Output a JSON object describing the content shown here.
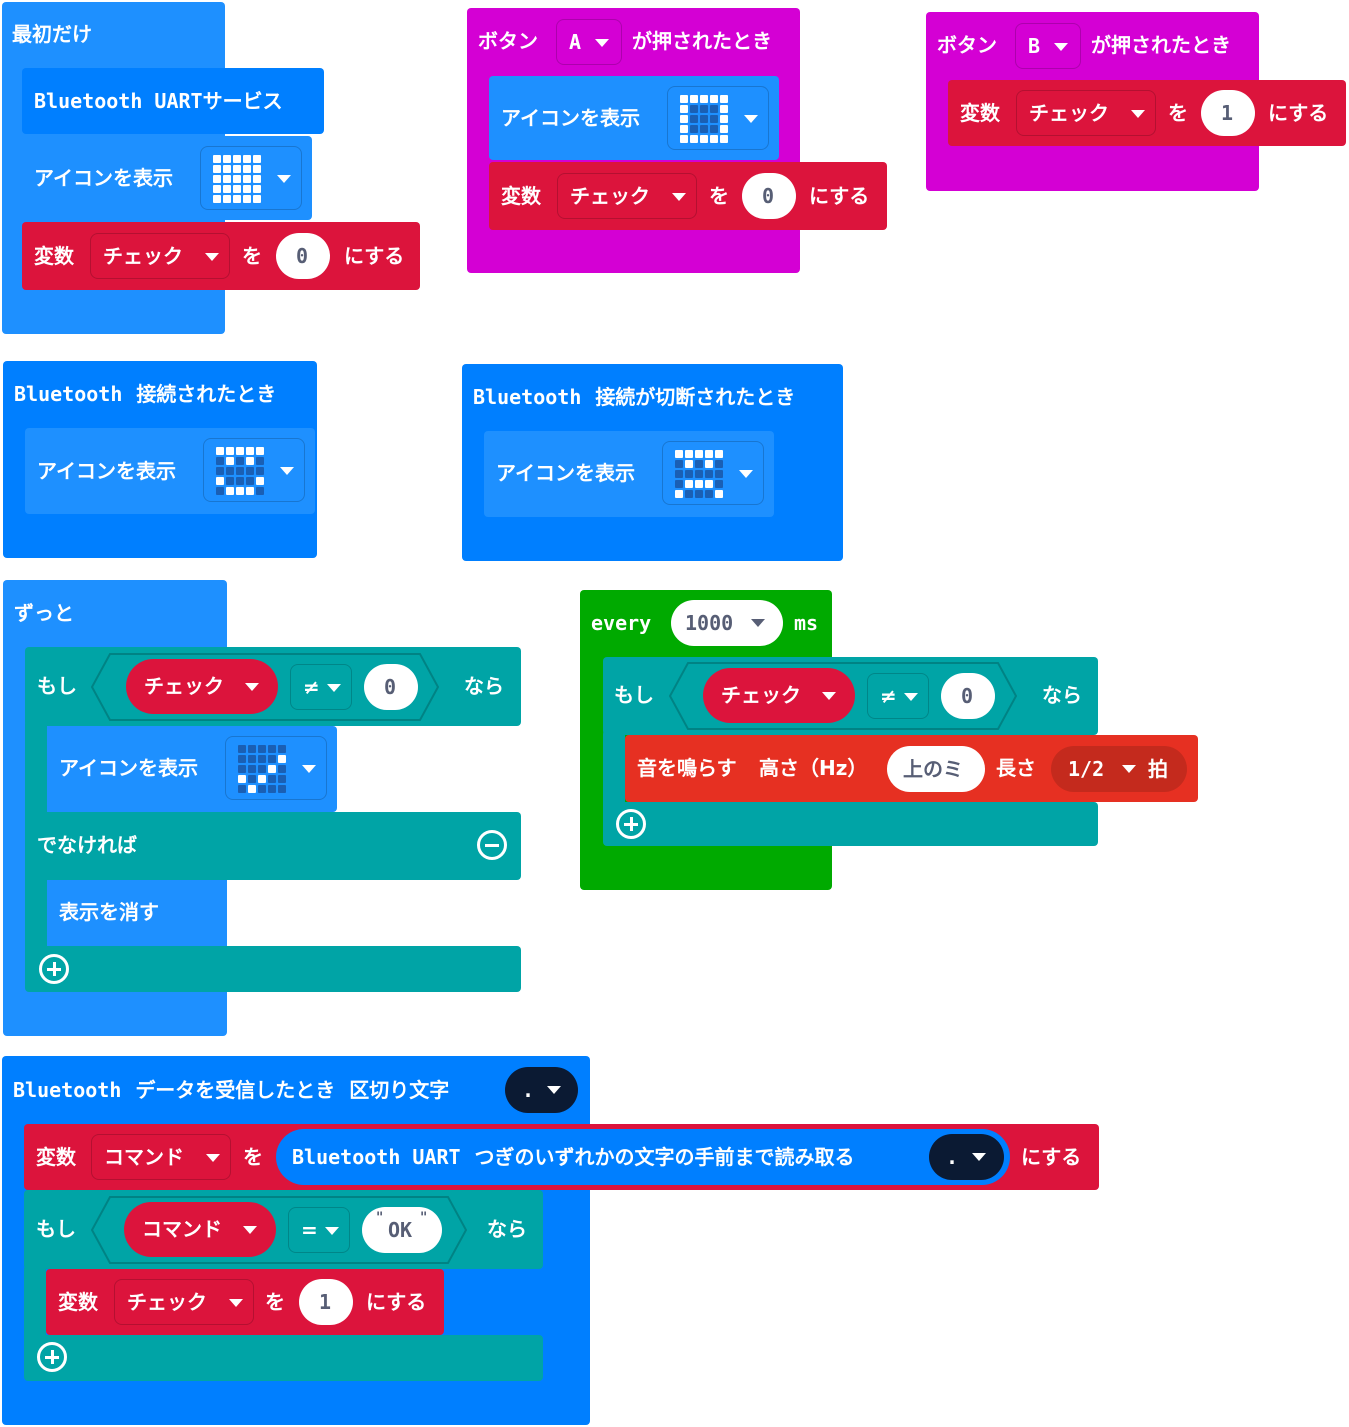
{
  "colors": {
    "basic": "#1e90ff",
    "bluetooth": "#007fff",
    "input": "#d400d4",
    "variables": "#dc143c",
    "logic": "#00a4a6",
    "loops": "#00aa00",
    "music": "#e63022"
  },
  "on_start": {
    "label": "最初だけ",
    "bt_uart": "Bluetooth UARTサービス",
    "show_icon": "アイコンを表示",
    "set_var": "変数",
    "var_name": "チェック",
    "to": "を",
    "value": "0",
    "set_suffix": "にする"
  },
  "button_a": {
    "prefix": "ボタン",
    "button": "A",
    "suffix": "が押されたとき",
    "show_icon": "アイコンを表示",
    "set_var": "変数",
    "var_name": "チェック",
    "to": "を",
    "value": "0",
    "set_suffix": "にする"
  },
  "button_b": {
    "prefix": "ボタン",
    "button": "B",
    "suffix": "が押されたとき",
    "set_var": "変数",
    "var_name": "チェック",
    "to": "を",
    "value": "1",
    "set_suffix": "にする"
  },
  "bt_connected": {
    "label_a": "Bluetooth",
    "label_b": "接続されたとき",
    "show_icon": "アイコンを表示"
  },
  "bt_disconnected": {
    "label_a": "Bluetooth",
    "label_b": "接続が切断されたとき",
    "show_icon": "アイコンを表示"
  },
  "forever": {
    "label": "ずっと",
    "if": "もし",
    "var_name": "チェック",
    "op": "≠",
    "value": "0",
    "then": "なら",
    "show_icon": "アイコンを表示",
    "else": "でなければ",
    "clear": "表示を消す"
  },
  "every": {
    "label": "every",
    "interval": "1000",
    "unit": "ms",
    "if": "もし",
    "var_name": "チェック",
    "op": "≠",
    "value": "0",
    "then": "なら",
    "play": "音を鳴らす",
    "pitch_label": "高さ（Hz）",
    "pitch": "上のミ",
    "length_label": "長さ",
    "beat": "1/2",
    "beat_unit": "拍"
  },
  "bt_data": {
    "label_a": "Bluetooth",
    "label_b": "データを受信したとき",
    "delim_label": "区切り文字",
    "delim": ".",
    "set_var": "変数",
    "var_name": "コマンド",
    "to": "を",
    "read_a": "Bluetooth UART",
    "read_b": "つぎのいずれかの文字の手前まで読み取る",
    "read_delim": ".",
    "set_suffix": "にする",
    "if": "もし",
    "cmp_var": "コマンド",
    "op": "=",
    "str": "OK",
    "then": "なら",
    "set_var2": "変数",
    "var_name2": "チェック",
    "to2": "を",
    "value2": "1",
    "set_suffix2": "にする"
  }
}
